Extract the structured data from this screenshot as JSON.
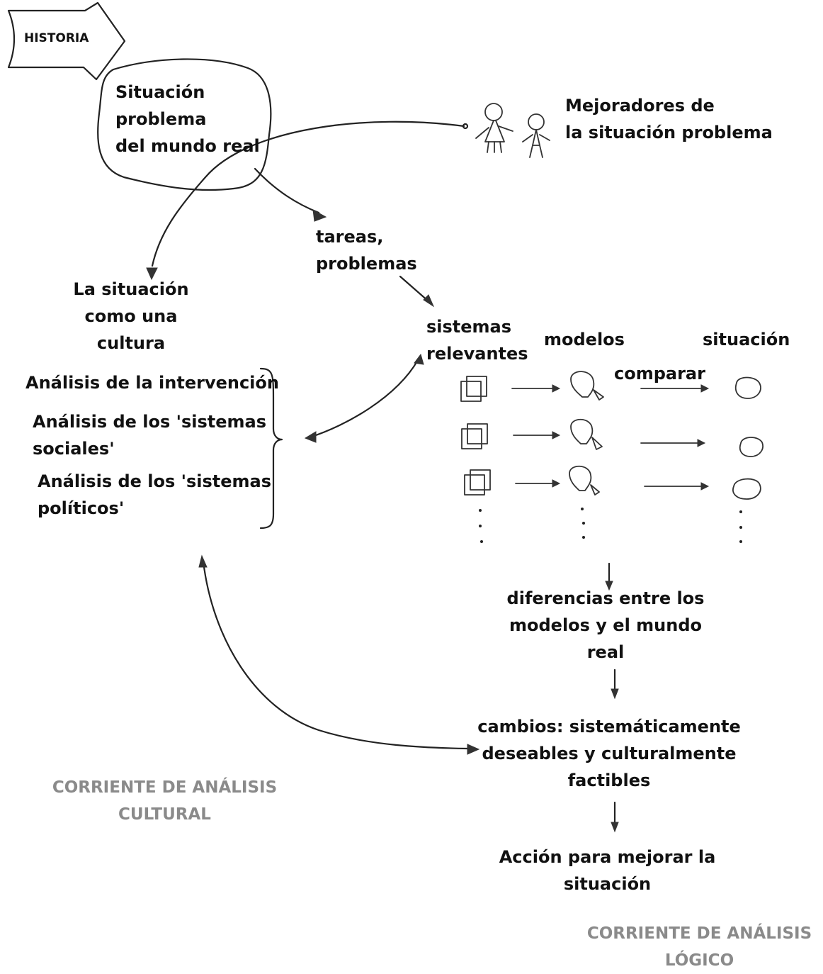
{
  "historia": "HISTORIA",
  "situacion_problema": "Situación\nproblema\ndel mundo real",
  "mejoradores": "Mejoradores de\nla situación problema",
  "tareas": "tareas,\nproblemas",
  "la_situacion_cultura": "La situación\ncomo una\ncultura",
  "sistemas_relevantes": "sistemas\nrelevantes",
  "modelos": "modelos",
  "situacion": "situación",
  "comparar": "comparar",
  "analisis_intervencion": "Análisis de la intervención",
  "analisis_sociales": "Análisis de los 'sistemas\nsociales'",
  "analisis_politicos": "Análisis de los 'sistemas\npolíticos'",
  "diferencias": "diferencias entre los\nmodelos y el mundo\nreal",
  "cambios": "cambios: sistemáticamente\ndeseables y culturalmente\nfactibles",
  "accion": "Acción para mejorar la\nsituación",
  "corriente_cultural": "CORRIENTE DE ANÁLISIS\nCULTURAL",
  "corriente_logico": "CORRIENTE DE ANÁLISIS\nLÓGICO"
}
